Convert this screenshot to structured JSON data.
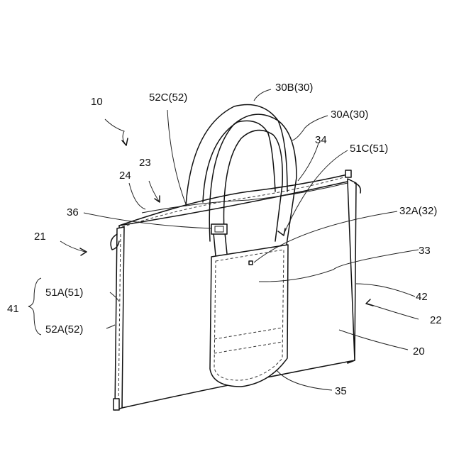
{
  "labels": {
    "bag": "10",
    "handle_b": "30B(30)",
    "handle_a": "30A(30)",
    "zipper_top_c": "52C(52)",
    "slider_c": "51C(51)",
    "ring": "34",
    "top_face": "23",
    "top_edge": "24",
    "opening": "36",
    "side_left": "21",
    "pocket_top": "32A(32)",
    "pocket": "33",
    "zipper_group": "41",
    "slider_a": "51A(51)",
    "zipper_a": "52A(52)",
    "side_edge": "42",
    "side_right": "22",
    "body": "20",
    "pocket_bottom": "35"
  }
}
